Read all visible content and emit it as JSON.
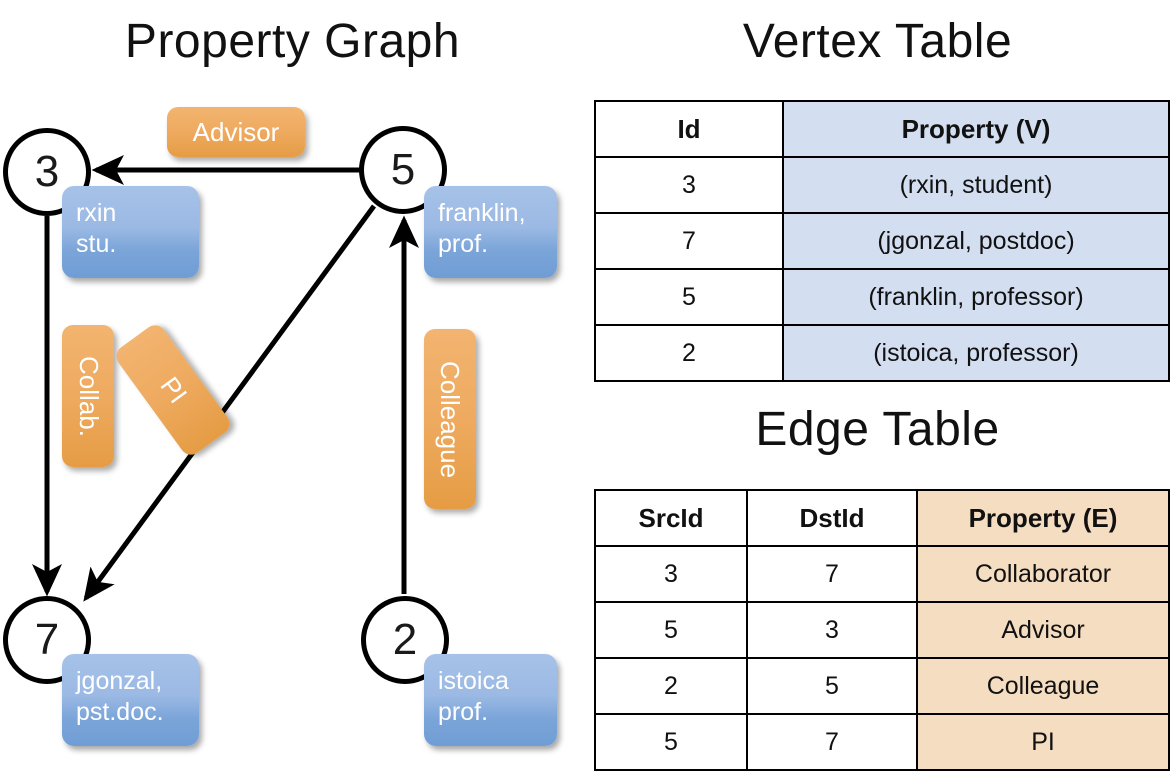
{
  "graph": {
    "title": "Property Graph",
    "nodes": [
      {
        "id": "3",
        "property_lines": [
          "rxin",
          "stu."
        ]
      },
      {
        "id": "5",
        "property_lines": [
          "franklin,",
          "prof."
        ]
      },
      {
        "id": "7",
        "property_lines": [
          "jgonzal,",
          "pst.doc."
        ]
      },
      {
        "id": "2",
        "property_lines": [
          "istoica",
          "prof."
        ]
      }
    ],
    "edge_labels": {
      "advisor": "Advisor",
      "collab": "Collab.",
      "pi": "PI",
      "colleague": "Colleague"
    },
    "colors": {
      "vertex_box": "#7ba5d9",
      "edge_box": "#eeaa5f",
      "stroke": "#000000"
    }
  },
  "vertex_table": {
    "title": "Vertex Table",
    "headers": [
      "Id",
      "Property (V)"
    ],
    "rows": [
      [
        "3",
        "(rxin, student)"
      ],
      [
        "7",
        "(jgonzal, postdoc)"
      ],
      [
        "5",
        "(franklin, professor)"
      ],
      [
        "2",
        "(istoica, professor)"
      ]
    ],
    "property_column_color": "#d3dff1"
  },
  "edge_table": {
    "title": "Edge Table",
    "headers": [
      "SrcId",
      "DstId",
      "Property (E)"
    ],
    "rows": [
      [
        "3",
        "7",
        "Collaborator"
      ],
      [
        "5",
        "3",
        "Advisor"
      ],
      [
        "2",
        "5",
        "Colleague"
      ],
      [
        "5",
        "7",
        "PI"
      ]
    ],
    "property_column_color": "#f5ddc1"
  }
}
